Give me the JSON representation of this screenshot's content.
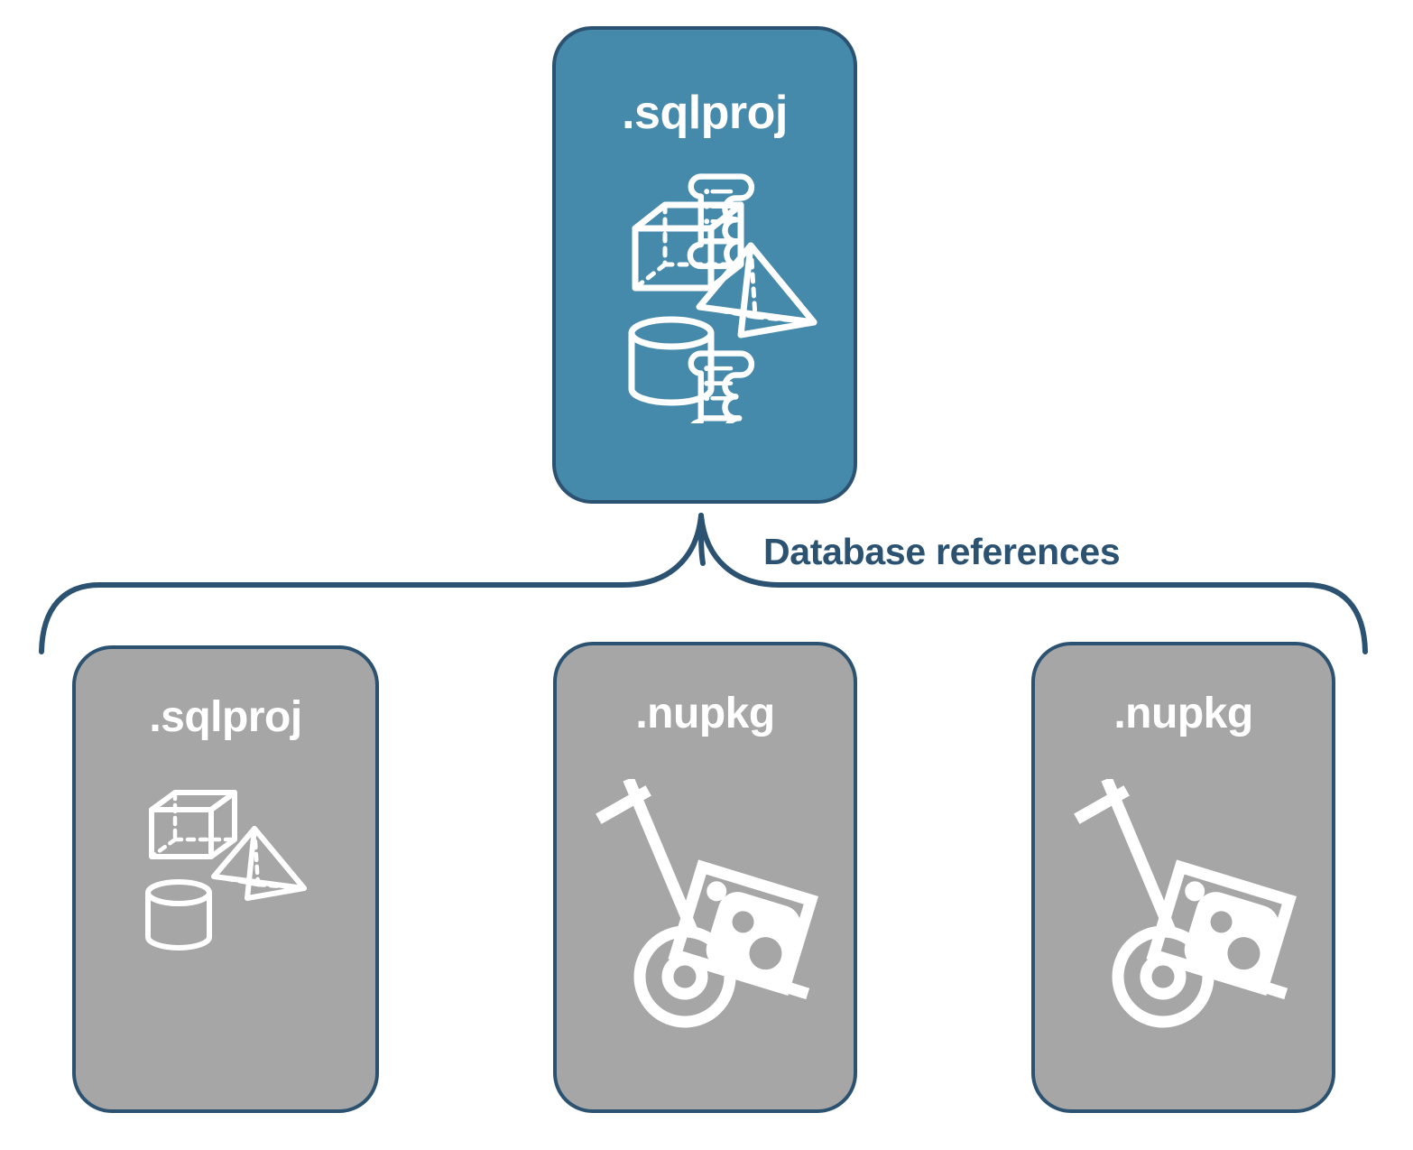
{
  "diagram": {
    "title_text": "Database references",
    "colors": {
      "primary_fill": "#4589ab",
      "secondary_fill": "#a6a6a6",
      "border": "#2c5271",
      "label_text": "#2c5271",
      "icon": "#ffffff",
      "background": "#ffffff"
    },
    "connector": {
      "name": "database-references-brace",
      "label": "Database references"
    },
    "nodes": [
      {
        "id": "root-sqlproj",
        "label": ".sqlproj",
        "role": "primary",
        "icons": [
          "cube-icon",
          "scroll-icon",
          "pyramid-icon",
          "cylinder-icon",
          "scroll-icon"
        ]
      },
      {
        "id": "ref-sqlproj",
        "label": ".sqlproj",
        "role": "secondary",
        "icons": [
          "cube-icon",
          "pyramid-icon",
          "cylinder-icon"
        ]
      },
      {
        "id": "ref-nupkg-1",
        "label": ".nupkg",
        "role": "secondary",
        "icons": [
          "hand-truck-package-icon"
        ]
      },
      {
        "id": "ref-nupkg-2",
        "label": ".nupkg",
        "role": "secondary",
        "icons": [
          "hand-truck-package-icon"
        ]
      }
    ]
  }
}
